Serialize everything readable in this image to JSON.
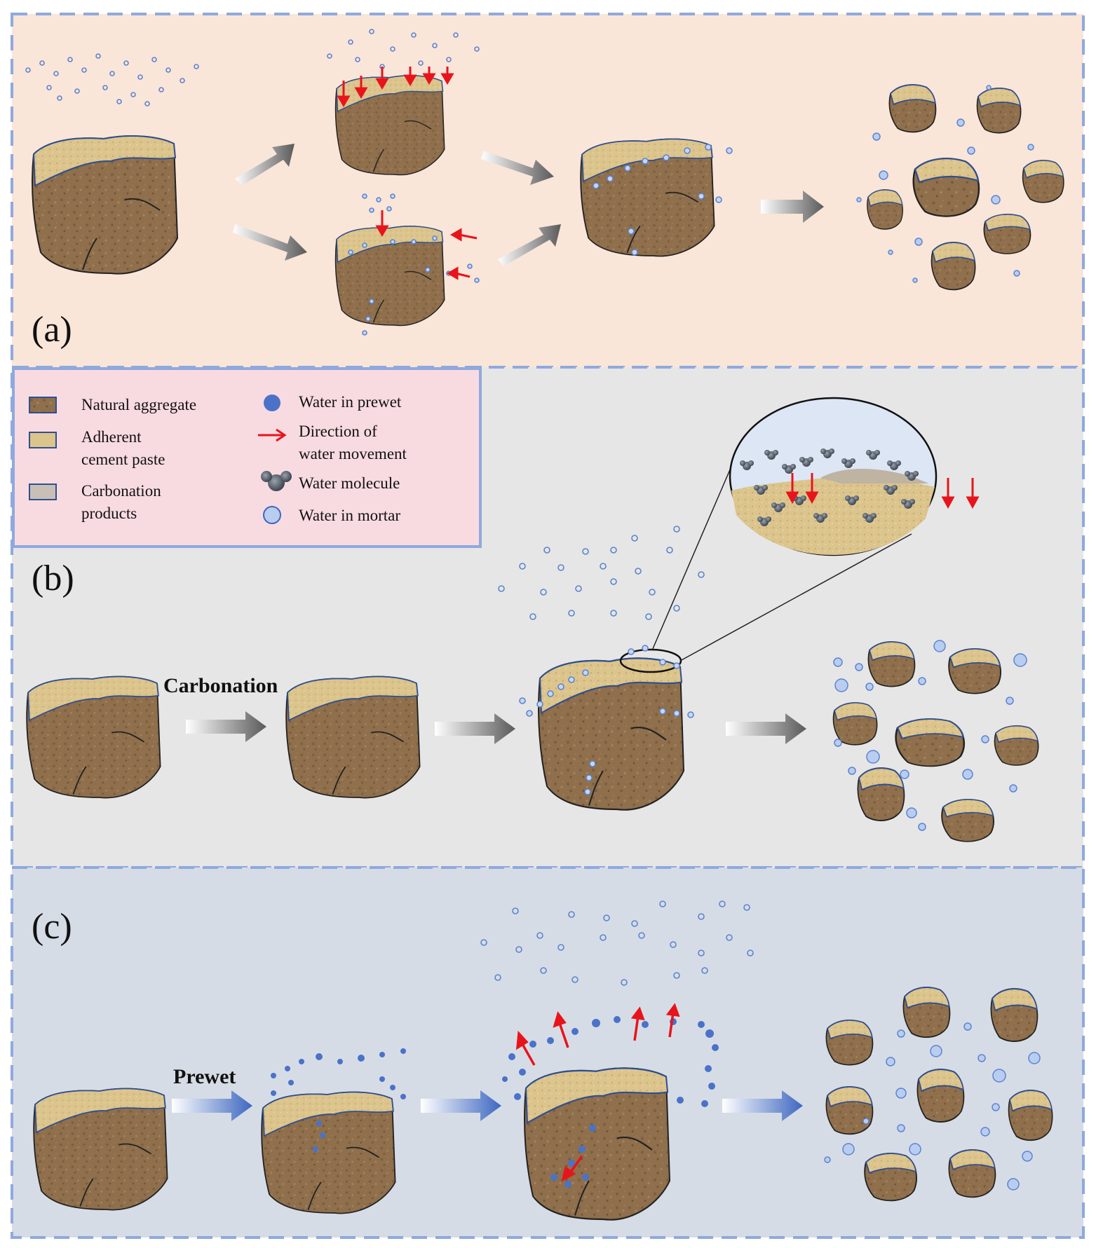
{
  "panels": {
    "a": {
      "label": "(a)",
      "background": "#fae5d9"
    },
    "b": {
      "label": "(b)",
      "background": "#e6e6e6",
      "step_label": "Carbonation"
    },
    "c": {
      "label": "(c)",
      "background": "#d6dce6",
      "step_label": "Prewet"
    }
  },
  "legend": {
    "items": [
      {
        "label": "Natural aggregate",
        "icon": "natural-aggregate-swatch"
      },
      {
        "label": "Adherent\ncement paste",
        "icon": "cement-paste-swatch"
      },
      {
        "label": "Carbonation\nproducts",
        "icon": "carbonation-products-swatch"
      },
      {
        "label": "Water in prewet",
        "icon": "prewet-water-dot"
      },
      {
        "label": "Direction of\nwater movement",
        "icon": "red-arrow-icon"
      },
      {
        "label": "Water molecule",
        "icon": "water-molecule-icon"
      },
      {
        "label": "Water in mortar",
        "icon": "mortar-water-circle"
      }
    ]
  },
  "colors": {
    "aggregate": "#8f6f4c",
    "cement_paste": "#dcc48d",
    "carbonation": "#c8c0b6",
    "water_prewet": "#4a72c9",
    "water_mortar": "#b9cdf0",
    "arrow_red": "#e8141b",
    "dash_border": "#8fa9dd"
  }
}
